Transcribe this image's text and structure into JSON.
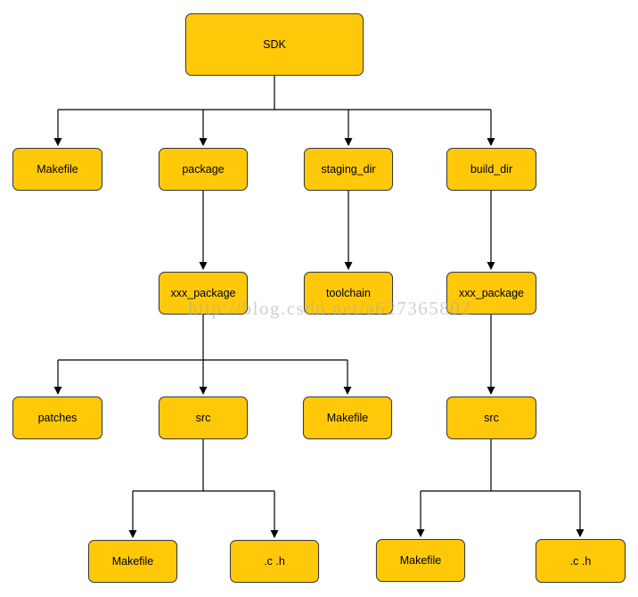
{
  "diagram": {
    "watermark": "http://blog.csdn.net/a627365802",
    "colors": {
      "background": "#ffffff",
      "node_fill": "#FFC90A",
      "node_border": "#3b3b3b",
      "node_text": "#000000",
      "connector": "#000000"
    },
    "nodes": {
      "sdk": "SDK",
      "makefile_top": "Makefile",
      "package": "package",
      "staging_dir": "staging_dir",
      "build_dir": "build_dir",
      "xxx_package_left": "xxx_package",
      "toolchain": "toolchain",
      "xxx_package_right": "xxx_package",
      "patches": "patches",
      "src_left": "src",
      "makefile_mid": "Makefile",
      "src_right": "src",
      "makefile_bottom_left": "Makefile",
      "ch_bottom_left": ".c .h",
      "makefile_bottom_right": "Makefile",
      "ch_bottom_right": ".c .h"
    }
  }
}
